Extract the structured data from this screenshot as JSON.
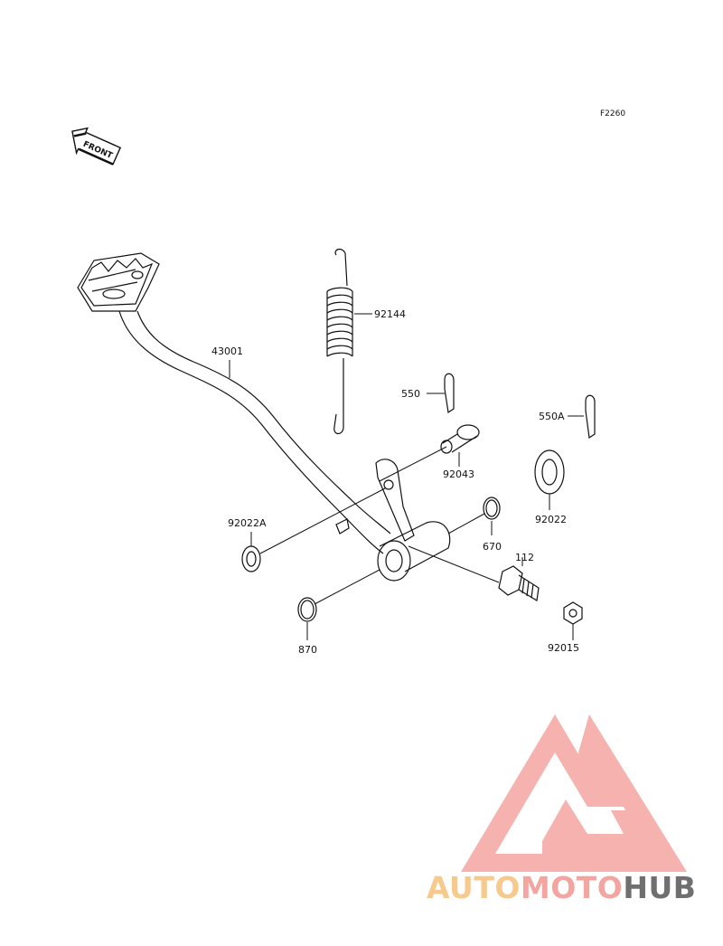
{
  "figure_code": "F2260",
  "front_label": "FRONT",
  "parts": [
    {
      "id": "p-92144",
      "label": "92144"
    },
    {
      "id": "p-43001",
      "label": "43001"
    },
    {
      "id": "p-550",
      "label": "550"
    },
    {
      "id": "p-550A",
      "label": "550A"
    },
    {
      "id": "p-92043",
      "label": "92043"
    },
    {
      "id": "p-92022",
      "label": "92022"
    },
    {
      "id": "p-92022A",
      "label": "92022A"
    },
    {
      "id": "p-670-right",
      "label": "670"
    },
    {
      "id": "p-112",
      "label": "112"
    },
    {
      "id": "p-670-left",
      "label": "870"
    },
    {
      "id": "p-92015",
      "label": "92015"
    }
  ],
  "watermark": {
    "brand_part1": "AUTO",
    "brand_part2": "MOTO",
    "brand_part3": "HUB",
    "colors": {
      "auto": "#f7c98d",
      "moto": "#f5a5a0",
      "hub": "#6f6f6f",
      "triangle": "#f5a5a0"
    }
  }
}
